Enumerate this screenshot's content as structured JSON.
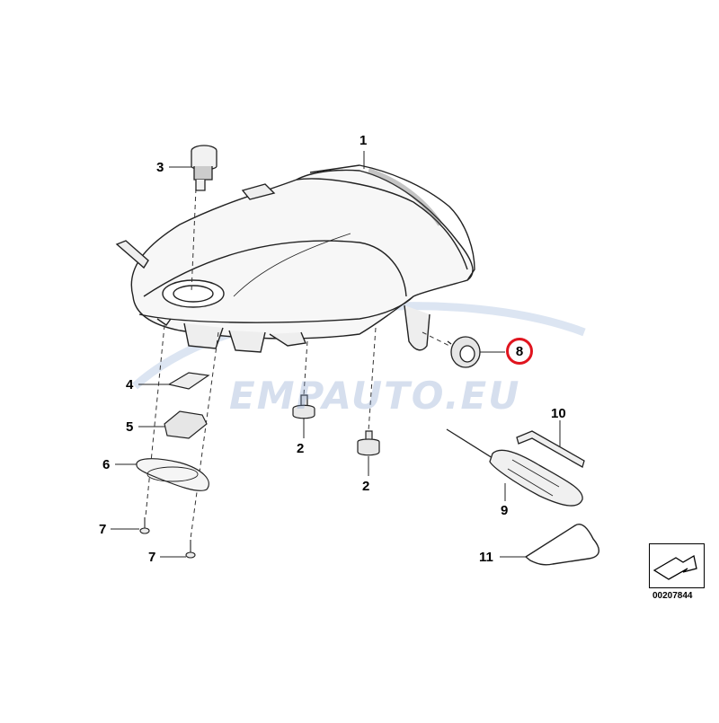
{
  "diagram": {
    "callouts": {
      "c1": "1",
      "c2a": "2",
      "c2b": "2",
      "c3": "3",
      "c4": "4",
      "c5": "5",
      "c6": "6",
      "c7a": "7",
      "c7b": "7",
      "c8": "8",
      "c9": "9",
      "c10": "10",
      "c11": "11"
    },
    "highlighted_callout": "8",
    "highlight_color": "#e0141e",
    "watermark_text": "EMPAUTO.EU",
    "reference_number": "00207844"
  }
}
